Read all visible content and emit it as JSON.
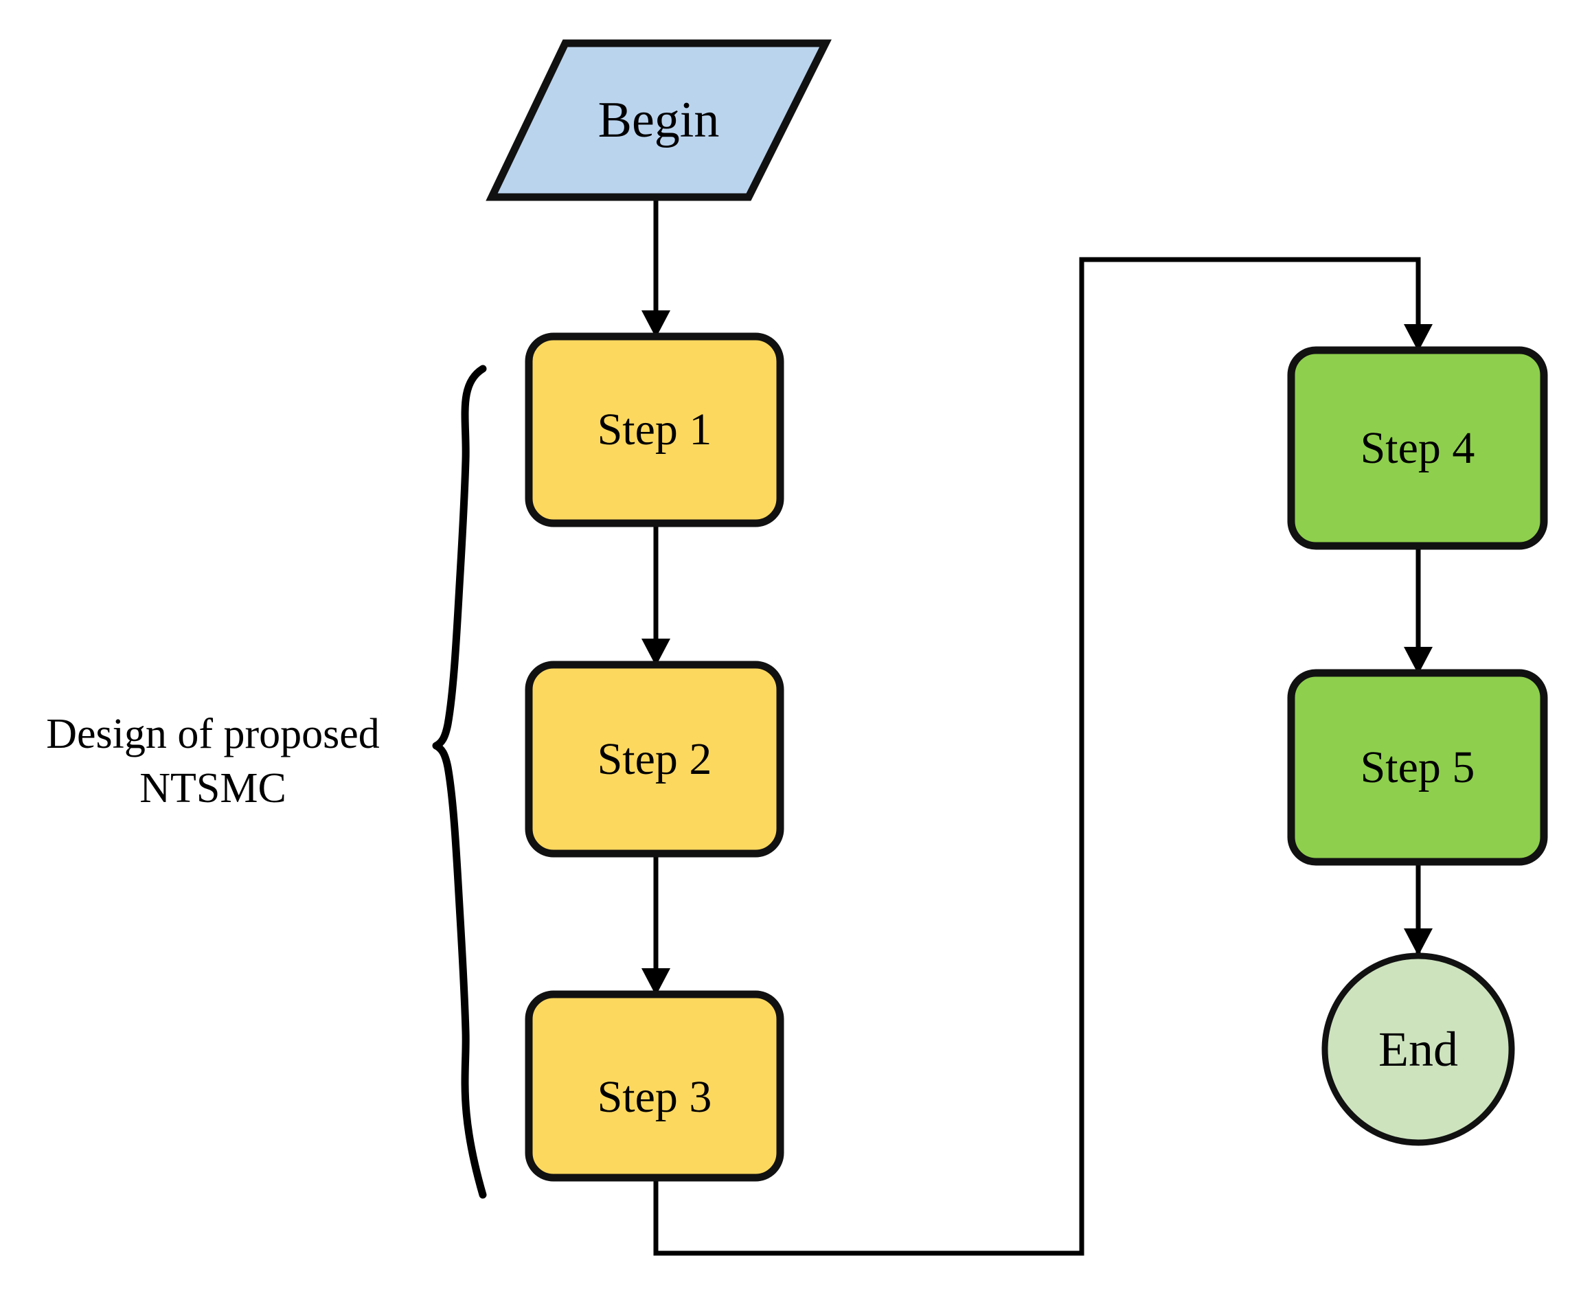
{
  "diagram": {
    "title": "Design of proposed NTSMC flowchart",
    "type": "flowchart",
    "background_color": "#ffffff"
  },
  "colors": {
    "begin_fill": "#bbd4ee",
    "step_fill_yellow": "#fdd85f",
    "step_fill_green": "#8ecf4d",
    "end_fill": "#cde3be",
    "stroke": "#000000",
    "text": "#000000"
  },
  "nodes": {
    "begin": {
      "label": "Begin",
      "shape": "parallelogram",
      "fill": "#bbd4ee"
    },
    "step1": {
      "label": "Step 1",
      "shape": "rounded-rectangle",
      "fill": "#fdd85f"
    },
    "step2": {
      "label": "Step 2",
      "shape": "rounded-rectangle",
      "fill": "#fdd85f"
    },
    "step3": {
      "label": "Step 3",
      "shape": "rounded-rectangle",
      "fill": "#fdd85f"
    },
    "step4": {
      "label": "Step 4",
      "shape": "rounded-rectangle",
      "fill": "#8ecf4d"
    },
    "step5": {
      "label": "Step 5",
      "shape": "rounded-rectangle",
      "fill": "#8ecf4d"
    },
    "end": {
      "label": "End",
      "shape": "circle",
      "fill": "#cde3be"
    }
  },
  "annotation": {
    "brace_label_line1": "Design of proposed",
    "brace_label_line2": "NTSMC",
    "brace_covers": [
      "step1",
      "step2",
      "step3"
    ]
  },
  "edges": [
    {
      "from": "begin",
      "to": "step1",
      "style": "straight-arrow"
    },
    {
      "from": "step1",
      "to": "step2",
      "style": "straight-arrow"
    },
    {
      "from": "step2",
      "to": "step3",
      "style": "straight-arrow"
    },
    {
      "from": "step3",
      "to": "step4",
      "style": "orthogonal-arrow"
    },
    {
      "from": "step4",
      "to": "step5",
      "style": "straight-arrow"
    },
    {
      "from": "step5",
      "to": "end",
      "style": "straight-arrow"
    }
  ]
}
